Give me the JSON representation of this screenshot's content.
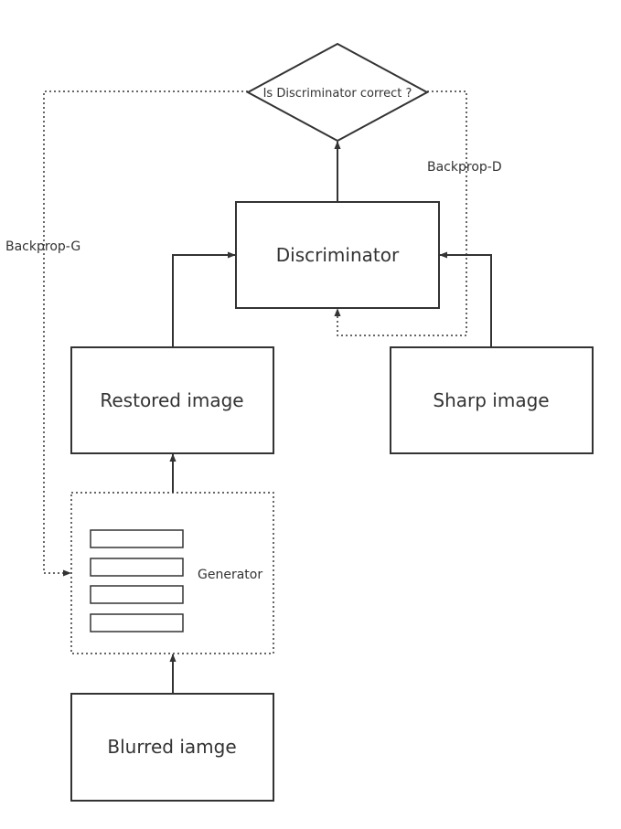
{
  "decision": {
    "label": "Is Discriminator correct ?"
  },
  "nodes": {
    "discriminator": "Discriminator",
    "restored": "Restored image",
    "sharp": "Sharp image",
    "generator": "Generator",
    "blurred": "Blurred iamge"
  },
  "edges": {
    "backprop_g": "Backprop-G",
    "backprop_d": "Backprop-D"
  },
  "colors": {
    "stroke": "#333333",
    "text": "#333333",
    "background": "#ffffff"
  }
}
